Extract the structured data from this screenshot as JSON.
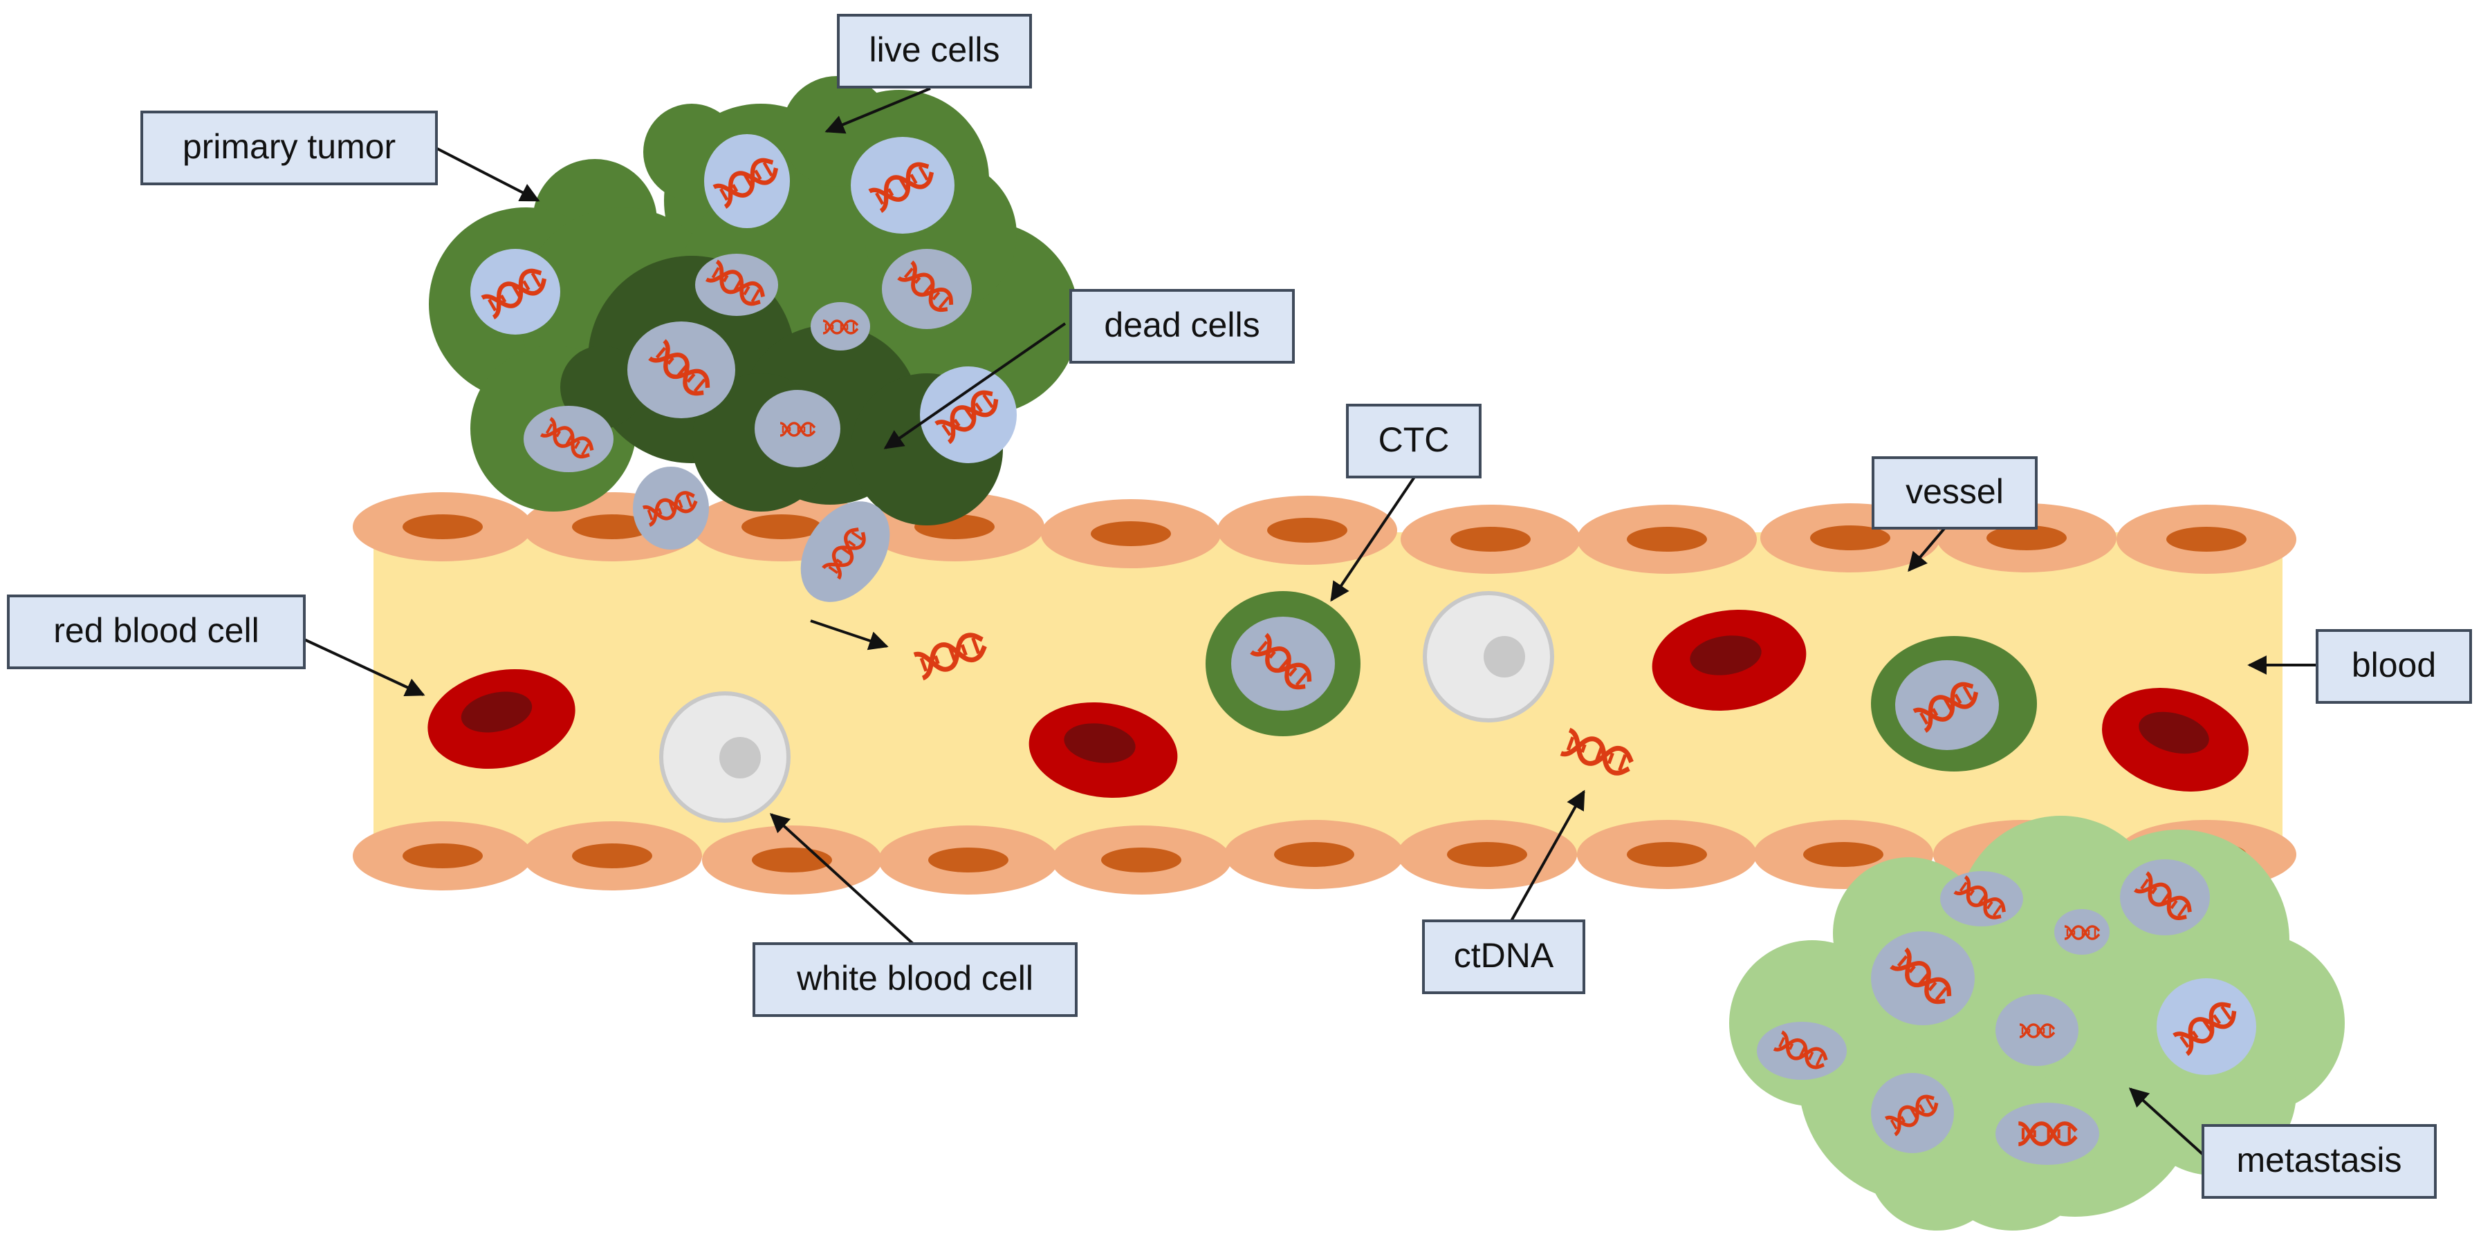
{
  "labels": {
    "live_cells": "live cells",
    "primary_tumor": "primary tumor",
    "dead_cells": "dead cells",
    "ctc": "CTC",
    "vessel": "vessel",
    "red_blood_cell": "red blood cell",
    "blood": "blood",
    "white_blood_cell": "white blood cell",
    "ctdna": "ctDNA",
    "metastasis": "metastasis"
  },
  "colors": {
    "label_box_fill": "#dbe5f4",
    "label_box_stroke": "#3f4a5a",
    "blood": "#fde59c",
    "endothelial_outer": "#f2ae82",
    "endothelial_nucleus": "#c95e1a",
    "tumor_live": "#548235",
    "tumor_dead": "#375623",
    "metastasis": "#a9d18e",
    "nucleus": "#b4c7e7",
    "nucleus_dark": "#a6b2c8",
    "dna": "#dc3c14",
    "rbc": "#c00000",
    "rbc_center": "#7a0a0a",
    "wbc": "#e9e9e9",
    "wbc_center": "#c8c8c8",
    "arrow": "#111111"
  }
}
